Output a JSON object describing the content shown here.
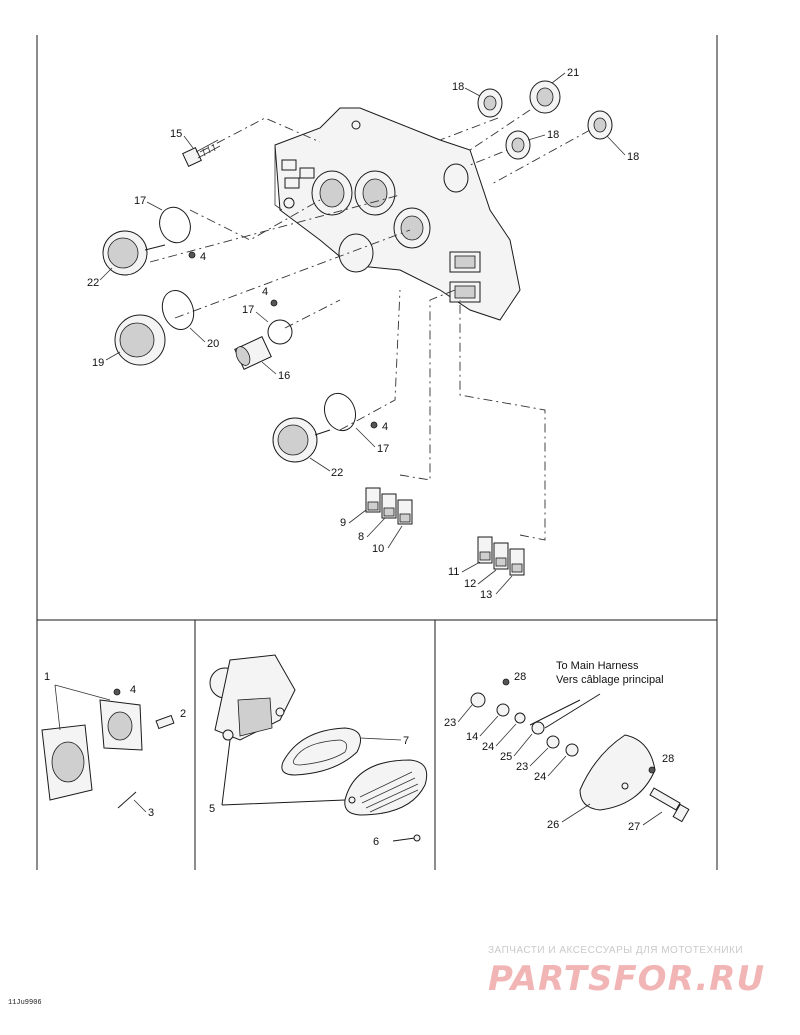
{
  "callouts": {
    "c1": "1",
    "c2": "2",
    "c3": "3",
    "c4a": "4",
    "c4b": "4",
    "c4c": "4",
    "c4d": "4",
    "c5": "5",
    "c6": "6",
    "c7": "7",
    "c8": "8",
    "c9": "9",
    "c10": "10",
    "c11": "11",
    "c12": "12",
    "c13": "13",
    "c14": "14",
    "c15": "15",
    "c16": "16",
    "c17a": "17",
    "c17b": "17",
    "c17c": "17",
    "c18a": "18",
    "c18b": "18",
    "c18c": "18",
    "c19": "19",
    "c20": "20",
    "c21": "21",
    "c22a": "22",
    "c22b": "22",
    "c23a": "23",
    "c23b": "23",
    "c24a": "24",
    "c24b": "24",
    "c25": "25",
    "c26": "26",
    "c27": "27",
    "c28a": "28",
    "c28b": "28"
  },
  "harness_note": {
    "line1": "To Main Harness",
    "line2": "Vers câblage principal"
  },
  "drawing_code": "11Ju9906",
  "watermark": {
    "top": "ЗАПЧАСТИ И АКСЕССУАРЫ ДЛЯ МОТОТЕХНИКИ",
    "main": "PARTSFOR.RU"
  }
}
